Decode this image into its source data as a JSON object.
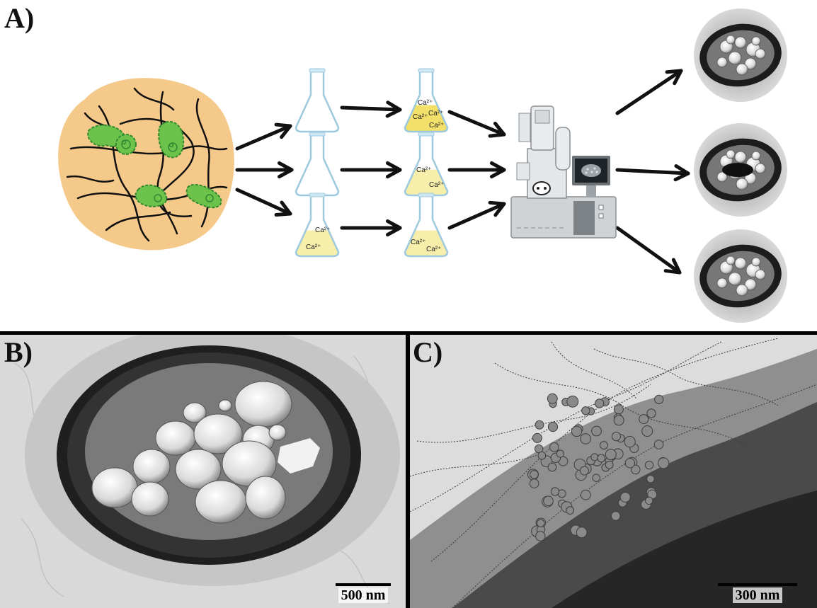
{
  "panels": {
    "a": {
      "label": "A)"
    },
    "b": {
      "label": "B)",
      "scale_bar": "500 nm"
    },
    "c": {
      "label": "C)",
      "scale_bar": "300 nm"
    }
  },
  "flask_ion_labels": {
    "flask_b1": [
      "Ca²⁺",
      "Ca²⁺",
      "Ca²⁺",
      "Ca²⁺"
    ],
    "flask_b2": [
      "Ca²⁺",
      "Ca²⁺"
    ],
    "flask_a3": [
      "Ca²⁺",
      "Ca²⁺"
    ],
    "flask_b3": [
      "Ca²⁺",
      "Ca²⁺"
    ]
  },
  "colors": {
    "biofilm_blob": "#f5c98a",
    "bacteria": "#6cc24a",
    "bacteria_dark": "#2f8a2f",
    "medium_yellow_strong": "#f2e06a",
    "medium_yellow_light": "#f6eeaa",
    "flask_glass": "#cfe7f2",
    "microscope_gray": "#cfd3d6",
    "arrow": "#111111"
  },
  "icons": [
    "biofilm-icon",
    "erlenmeyer-flask-icon",
    "electron-microscope-icon",
    "arrow-icon"
  ]
}
